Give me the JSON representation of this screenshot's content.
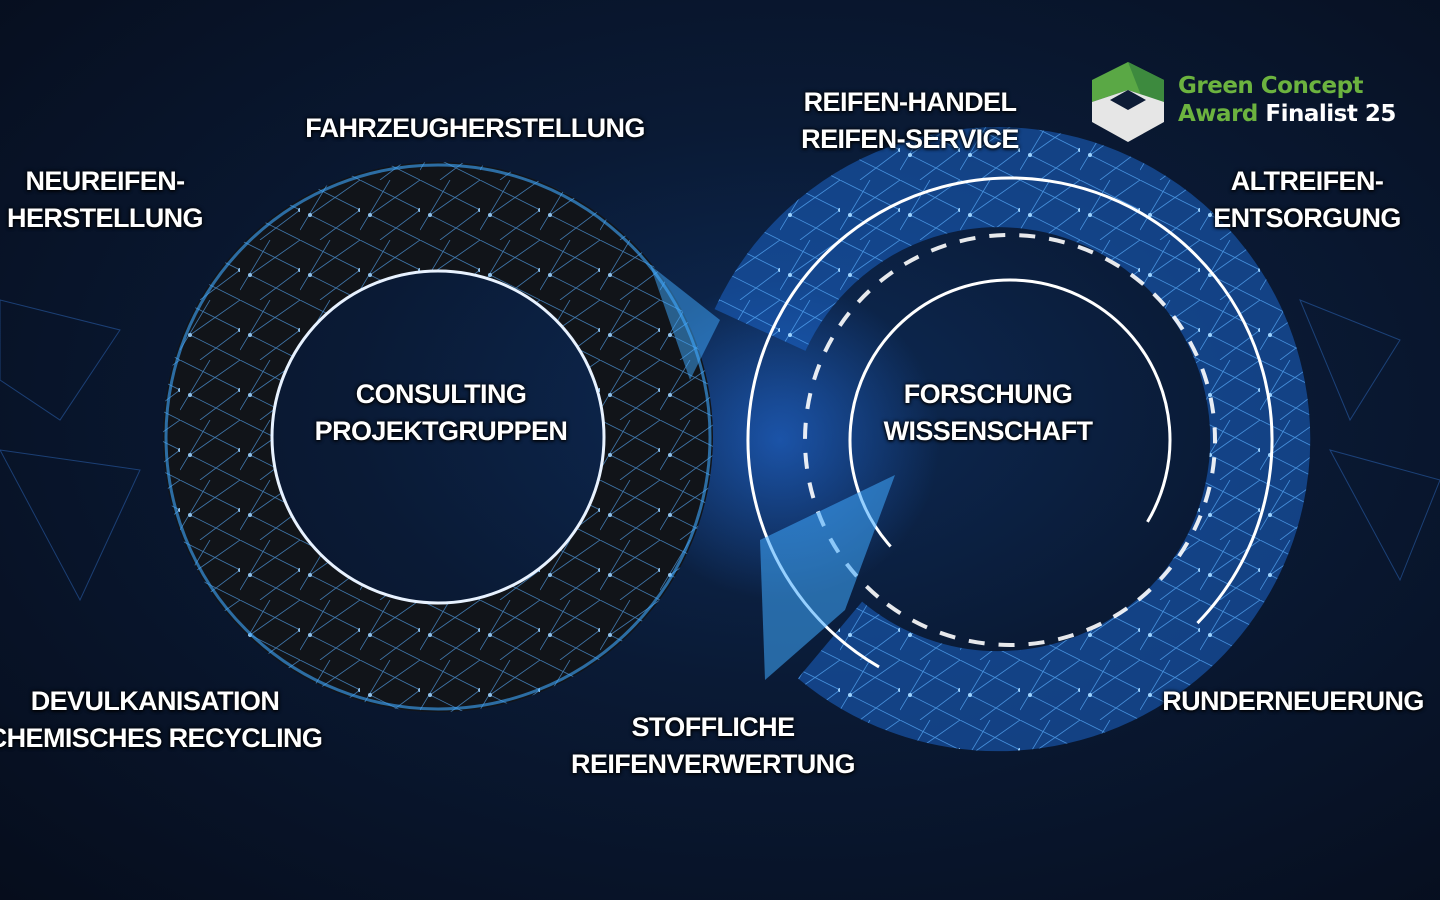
{
  "labels": {
    "neureifen": [
      "NEUREIFEN-",
      "HERSTELLUNG"
    ],
    "fahrzeug": "FAHRZEUGHERSTELLUNG",
    "handel": [
      "REIFEN-HANDEL",
      "REIFEN-SERVICE"
    ],
    "altreifen": [
      "ALTREIFEN-",
      "ENTSORGUNG"
    ],
    "consulting": [
      "CONSULTING",
      "PROJEKTGRUPPEN"
    ],
    "forschung": [
      "FORSCHUNG",
      "WISSENSCHAFT"
    ],
    "devulkanisation": [
      "DEVULKANISATION",
      "CHEMISCHES RECYCLING"
    ],
    "stofflich": [
      "STOFFLICHE",
      "REIFENVERWERTUNG"
    ],
    "runderneuerung": "RUNDERNEUERUNG"
  },
  "award": {
    "line1": "Green Concept",
    "line2_green": "Award",
    "line2_white": "Finalist 25"
  },
  "colors": {
    "accent": "#3fa9ff",
    "award_green": "#6cb33f",
    "background": "#0a1a35"
  }
}
